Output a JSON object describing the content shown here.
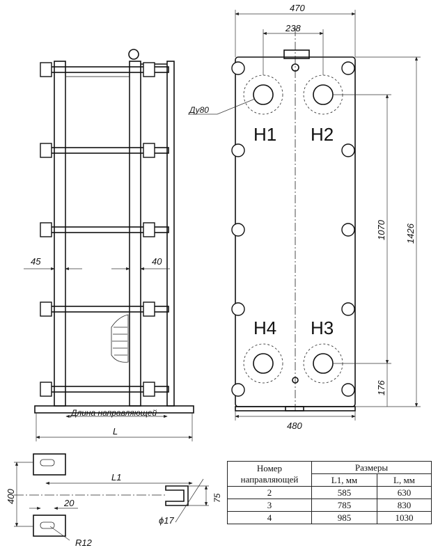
{
  "overall_width": "470",
  "port_spacing": "238",
  "port_size": "Ду80",
  "ports": {
    "h1": "H1",
    "h2": "H2",
    "h3": "H3",
    "h4": "H4"
  },
  "height_overall": "1426",
  "height_ports": "1070",
  "bottom_offset": "176",
  "base_width": "480",
  "left_gap": "45",
  "right_gap": "40",
  "guide_length": "Длина направляющей",
  "length_symbol": "L",
  "detail": {
    "l1": "L1",
    "height": "400",
    "slot": "20",
    "section": "75",
    "hole": "ϕ17",
    "radius": "R12"
  },
  "table": {
    "header_col1": "Номер направляющей",
    "header_group": "Размеры",
    "header_l1": "L1, мм",
    "header_l": "L, мм",
    "rows": [
      {
        "num": "2",
        "l1": "585",
        "l": "630"
      },
      {
        "num": "3",
        "l1": "785",
        "l": "830"
      },
      {
        "num": "4",
        "l1": "985",
        "l": "1030"
      }
    ]
  }
}
